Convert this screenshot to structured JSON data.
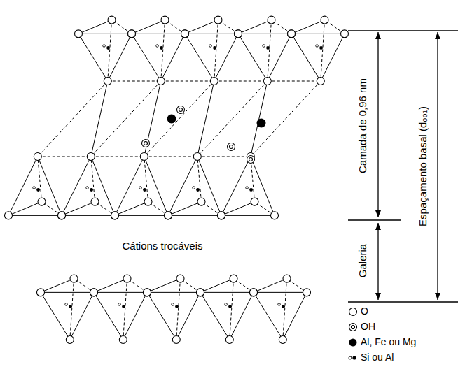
{
  "diagram": {
    "labels": [
      "Camada de 0,96 nm",
      "Galeria",
      "Espaçamento basal (d₀₀₁)",
      "Cátions trocáveis"
    ],
    "legend": [
      {
        "text": "O"
      },
      {
        "text": "OH"
      },
      {
        "text": "Al, Fe ou Mg"
      },
      {
        "text": "Si ou Al"
      }
    ]
  }
}
